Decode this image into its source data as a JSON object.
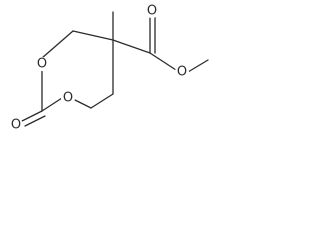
{
  "molecule": {
    "atoms": {
      "ring_oxygen_left": "O",
      "ring_oxygen_right": "O",
      "carbonyl_oxygen_ring": "O",
      "ester_carbonyl_oxygen": "O",
      "ester_oxygen": "O"
    },
    "colors": {
      "bond": "#2b2b2b",
      "label": "#2b2b2b",
      "background": "#ffffff"
    }
  }
}
